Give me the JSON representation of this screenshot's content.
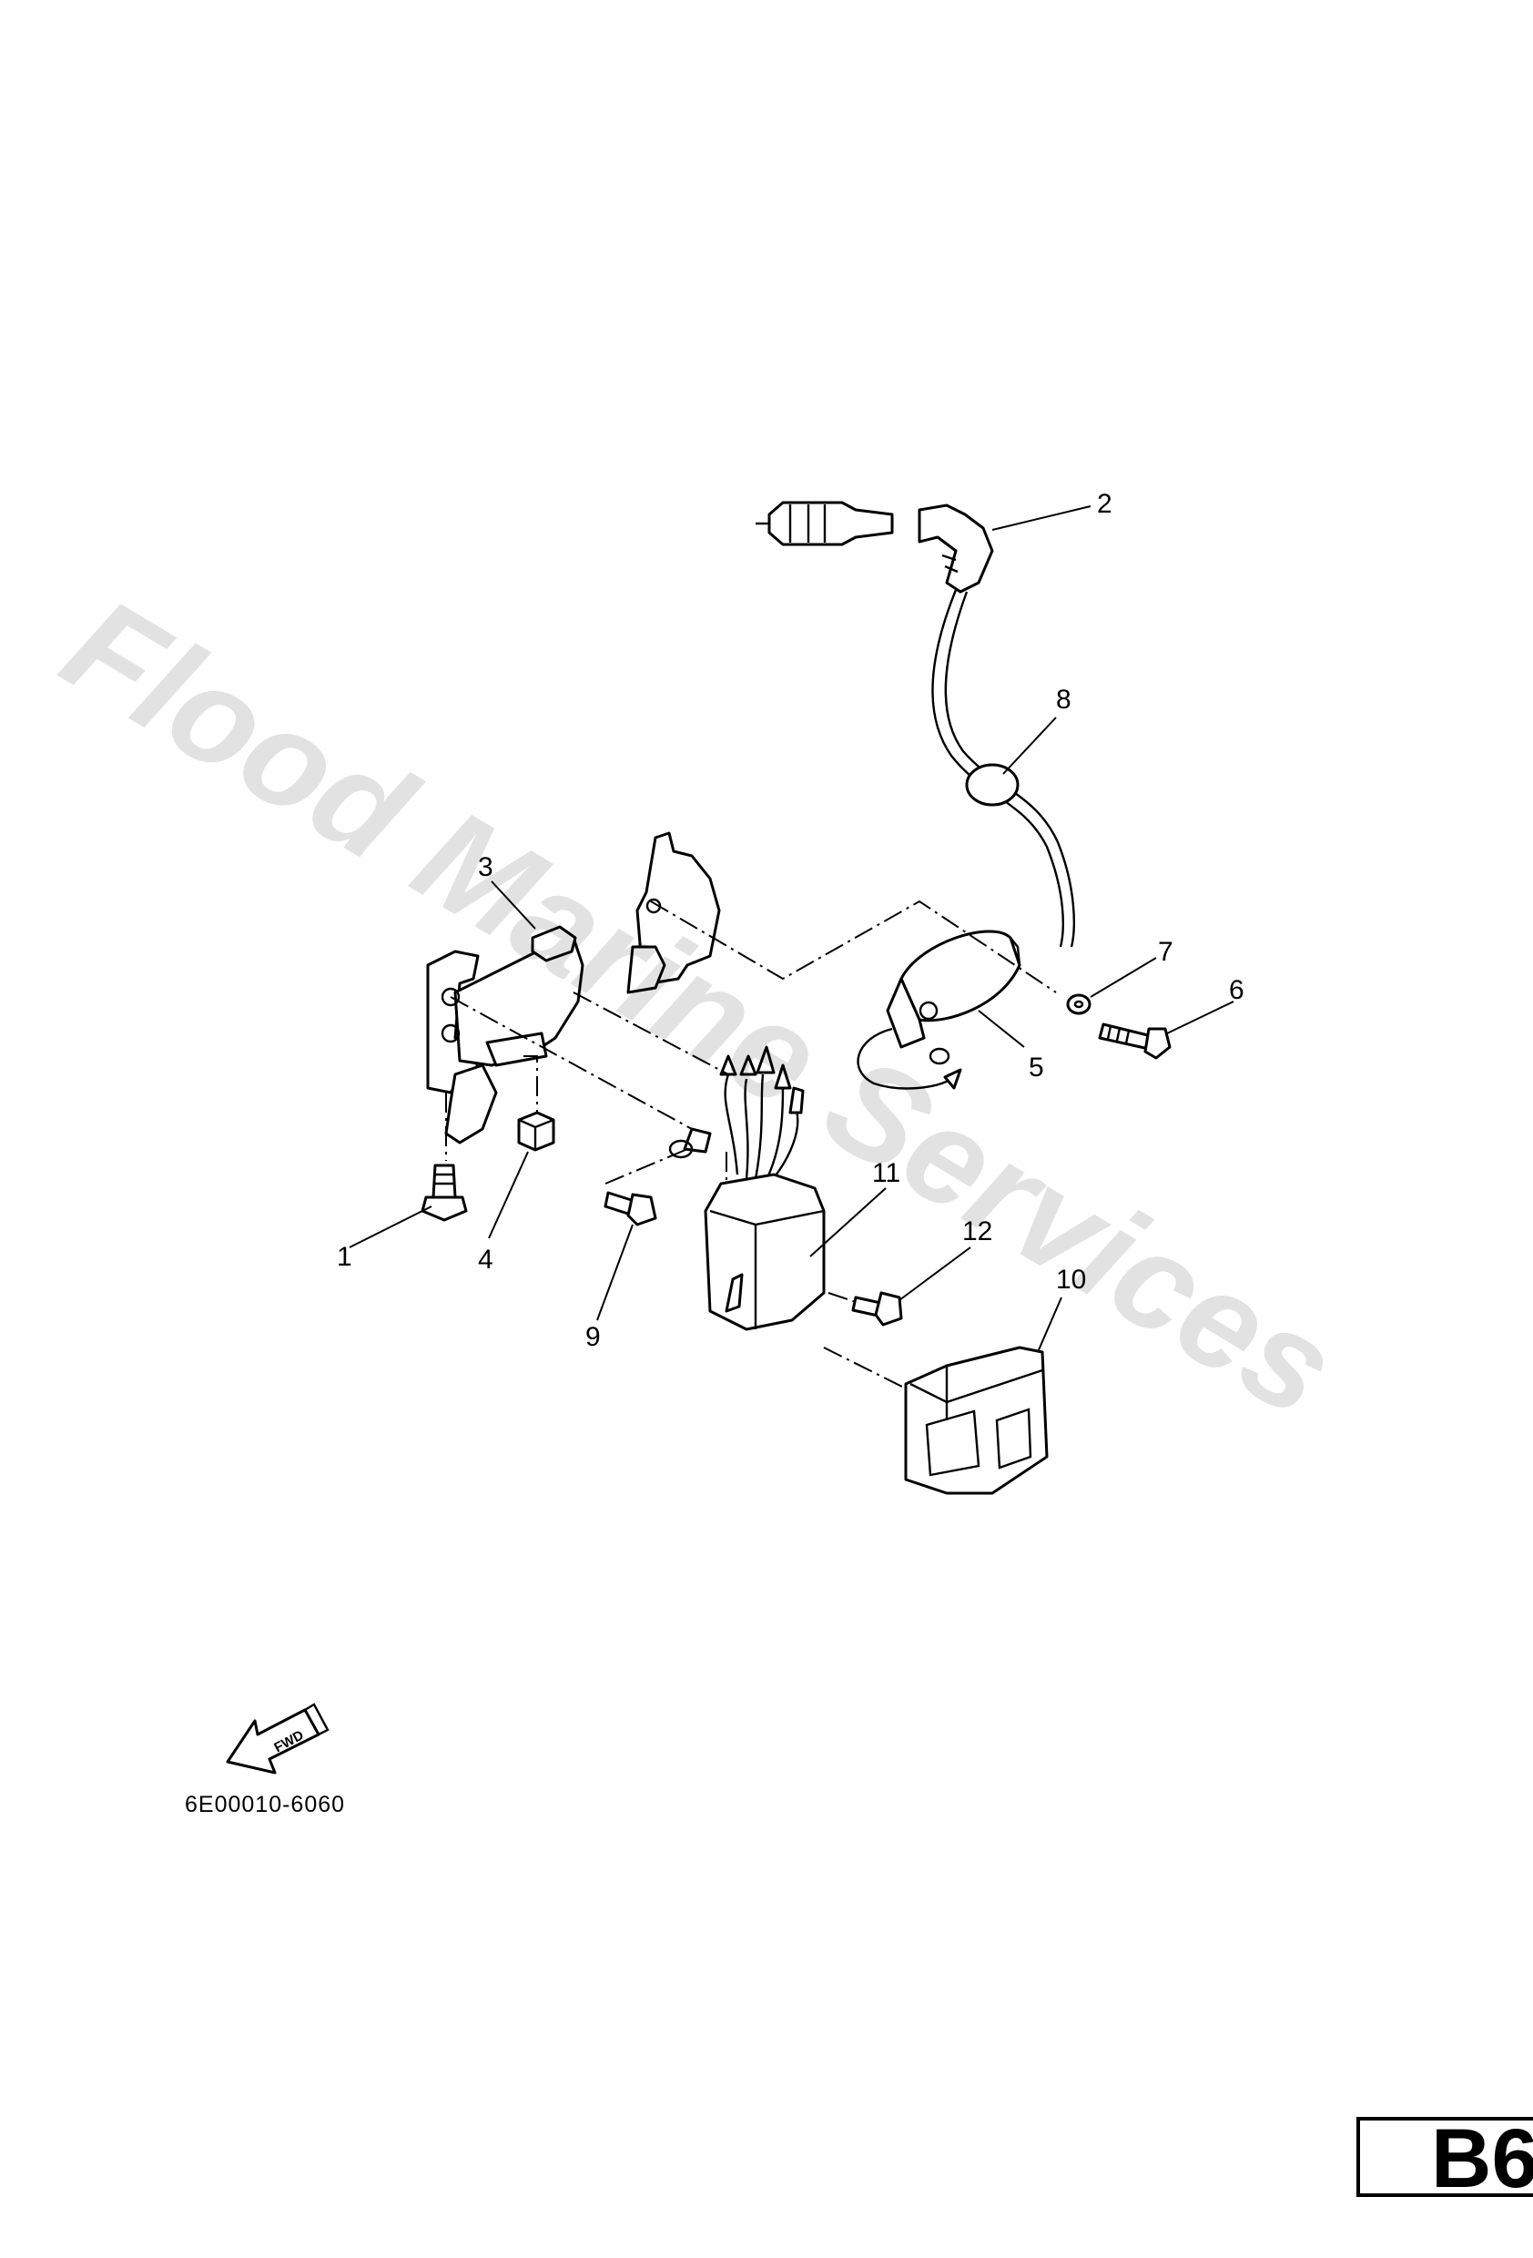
{
  "watermark": "Flood Marine Services",
  "diagram_code": "6E00010-6060",
  "page_tag": "B6",
  "fwd_label": "FWD",
  "callouts": {
    "c1": "1",
    "c2": "2",
    "c3": "3",
    "c4": "4",
    "c5": "5",
    "c6": "6",
    "c7": "7",
    "c8": "8",
    "c9": "9",
    "c10": "10",
    "c11": "11",
    "c12": "12"
  }
}
